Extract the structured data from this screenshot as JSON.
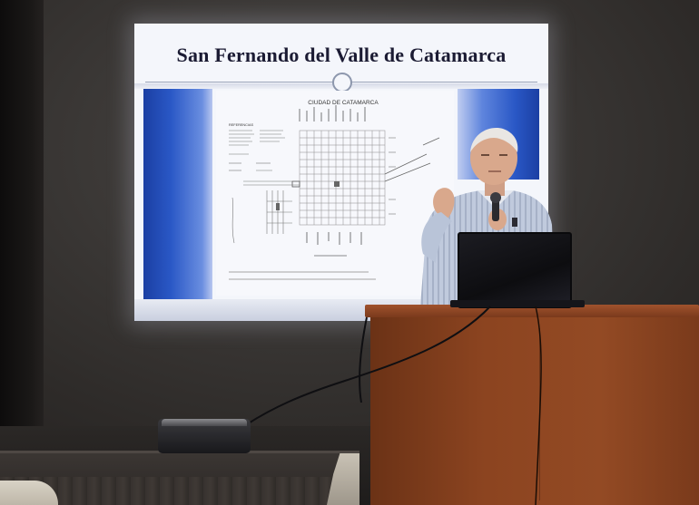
{
  "slide": {
    "title": "San Fernando del Valle de Catamarca",
    "map_caption": "CIUDAD DE CATAMARCA",
    "legend_title": "REFERENCIAS"
  },
  "colors": {
    "slide_blue": "#2a58c6",
    "lectern_wood": "#8c4420",
    "wall": "#3b3836"
  },
  "objects": [
    "projection-screen",
    "presenter",
    "microphone",
    "laptop",
    "lectern",
    "projector",
    "stage"
  ]
}
